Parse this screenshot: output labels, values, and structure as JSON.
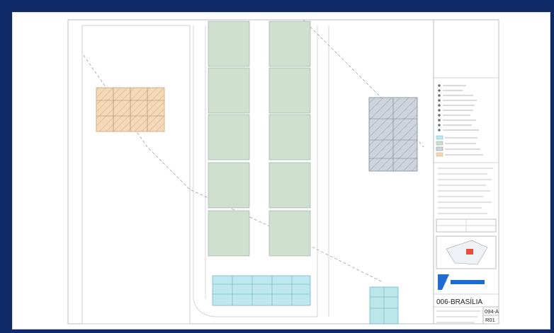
{
  "project": {
    "name": "006-BRASÍLIA",
    "sheet_number": "094-A",
    "revision": "R01"
  },
  "legend": {
    "items_count": 14
  },
  "colors": {
    "frame": "#0f2a66",
    "orange_zone": "#f3d9b8",
    "green_zone": "#cfe0d1",
    "gray_zone": "#cfd4dc",
    "cyan_zone": "#bfe7ef",
    "teal_zone": "#bde6ea",
    "logo_blue": "#1f6bd1"
  }
}
